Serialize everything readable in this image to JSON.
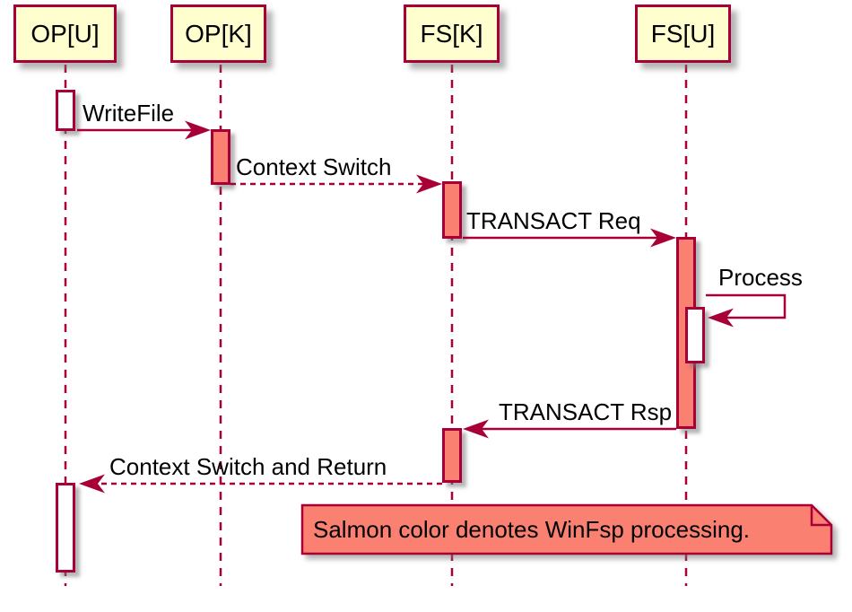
{
  "diagram": {
    "type": "uml-sequence",
    "colors": {
      "line": "#A80036",
      "participant_fill": "#FEFECE",
      "salmon": "#FA8072",
      "activation_white": "#FFFFFF",
      "text": "#000000",
      "bg": "#FFFFFF"
    },
    "participants": [
      {
        "label": "OP[U]"
      },
      {
        "label": "OP[K]"
      },
      {
        "label": "FS[K]"
      },
      {
        "label": "FS[U]"
      }
    ],
    "messages": [
      {
        "label": "WriteFile",
        "style": "solid",
        "from": "OP[U]",
        "to": "OP[K]"
      },
      {
        "label": "Context Switch",
        "style": "dashed",
        "from": "OP[K]",
        "to": "FS[K]"
      },
      {
        "label": "TRANSACT Req",
        "style": "solid",
        "from": "FS[K]",
        "to": "FS[U]"
      },
      {
        "label": "Process",
        "style": "self",
        "from": "FS[U]",
        "to": "FS[U]"
      },
      {
        "label": "TRANSACT Rsp",
        "style": "solid",
        "from": "FS[U]",
        "to": "FS[K]"
      },
      {
        "label": "Context Switch and Return",
        "style": "dashed",
        "from": "FS[K]",
        "to": "OP[U]"
      }
    ],
    "note": {
      "text": "Salmon color denotes WinFsp processing."
    },
    "legend_meaning": "Salmon activation bars mark WinFsp processing"
  }
}
